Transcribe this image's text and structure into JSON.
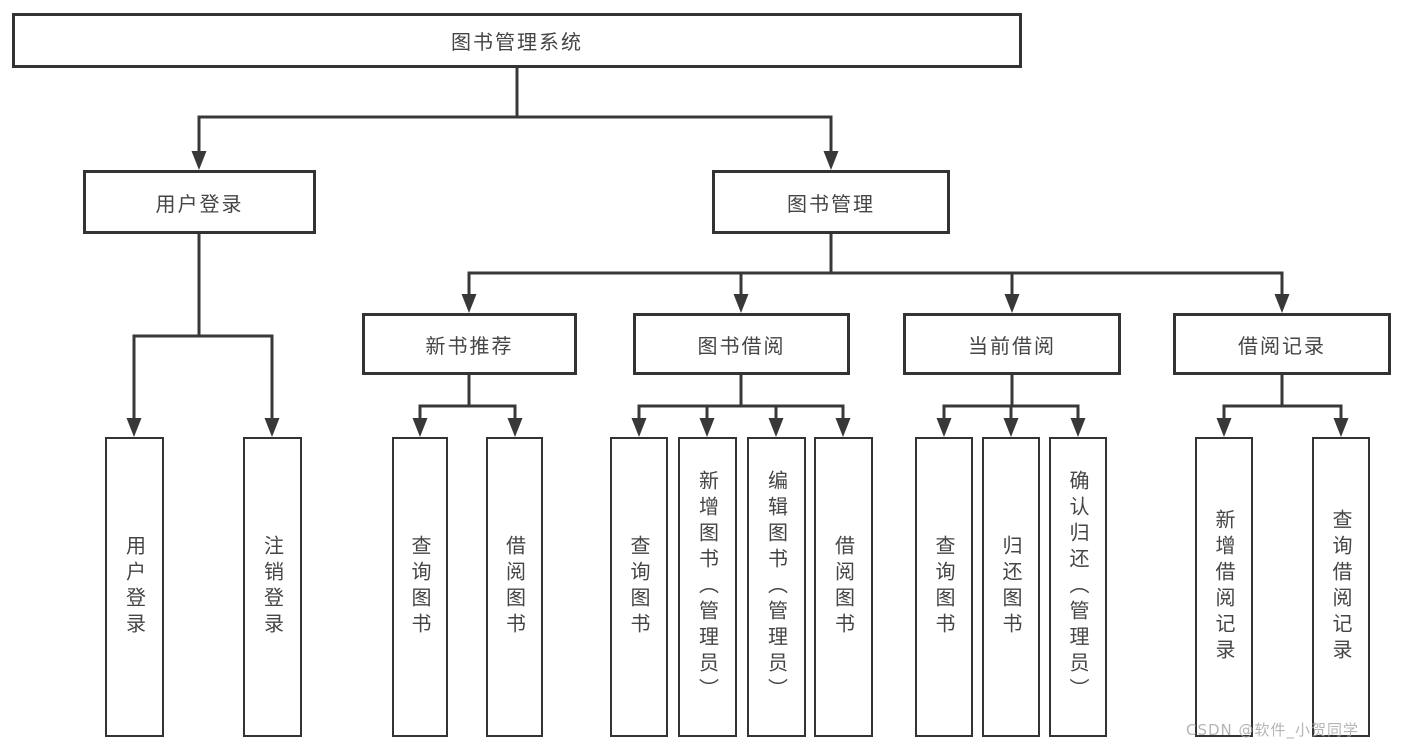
{
  "tree": {
    "root": {
      "label": "图书管理系统"
    },
    "user_login": {
      "label": "用户登录",
      "children": {
        "login": "用户登录",
        "logout": "注销登录"
      }
    },
    "book_mgmt": {
      "label": "图书管理",
      "sections": {
        "new_books": {
          "label": "新书推荐",
          "children": {
            "query": "查询图书",
            "borrow": "借阅图书"
          }
        },
        "borrowing": {
          "label": "图书借阅",
          "children": {
            "query": "查询图书",
            "add": "新增图书（管理员）",
            "edit": "编辑图书（管理员）",
            "borrow": "借阅图书"
          }
        },
        "current": {
          "label": "当前借阅",
          "children": {
            "query": "查询图书",
            "return_book": "归还图书",
            "confirm": "确认归还（管理员）"
          }
        },
        "records": {
          "label": "借阅记录",
          "children": {
            "add": "新增借阅记录",
            "query": "查询借阅记录"
          }
        }
      }
    }
  },
  "watermark": {
    "text": "CSDN @软件_小贺同学"
  },
  "colors": {
    "line": "#383838",
    "border": "#333333",
    "text": "#454545",
    "watermark": "#a9a9a9",
    "background": "#ffffff"
  }
}
